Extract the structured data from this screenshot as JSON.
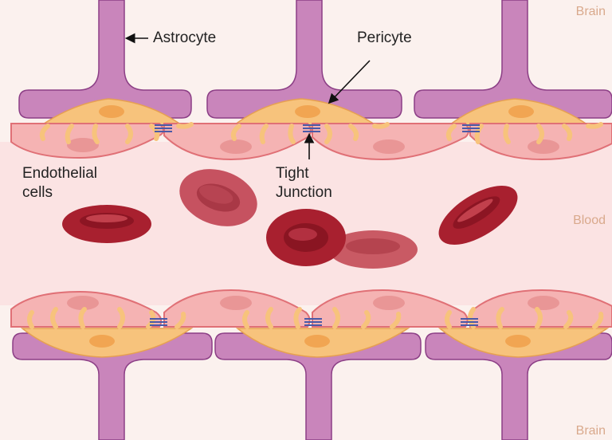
{
  "labels": {
    "astrocyte": "Astrocyte",
    "pericyte": "Pericyte",
    "endothelial_line1": "Endothelial",
    "endothelial_line2": "cells",
    "tight_line1": "Tight",
    "tight_line2": "Junction"
  },
  "regions": {
    "brain_top": "Brain",
    "blood": "Blood",
    "brain_bottom": "Brain"
  },
  "colors": {
    "brain_background": "#fbf1ee",
    "blood_lumen": "#fbe3e3",
    "astrocyte": "#c985bb",
    "astrocyte_outline": "#8c3f86",
    "pericyte": "#f7c37c",
    "pericyte_outline": "#e6a052",
    "endothelial": "#f5b3b3",
    "endothelial_outline": "#e07076",
    "tight_junction": "#4a5aa8",
    "red_blood_cell": "#a8202f",
    "region_label": "#d9a98c"
  }
}
